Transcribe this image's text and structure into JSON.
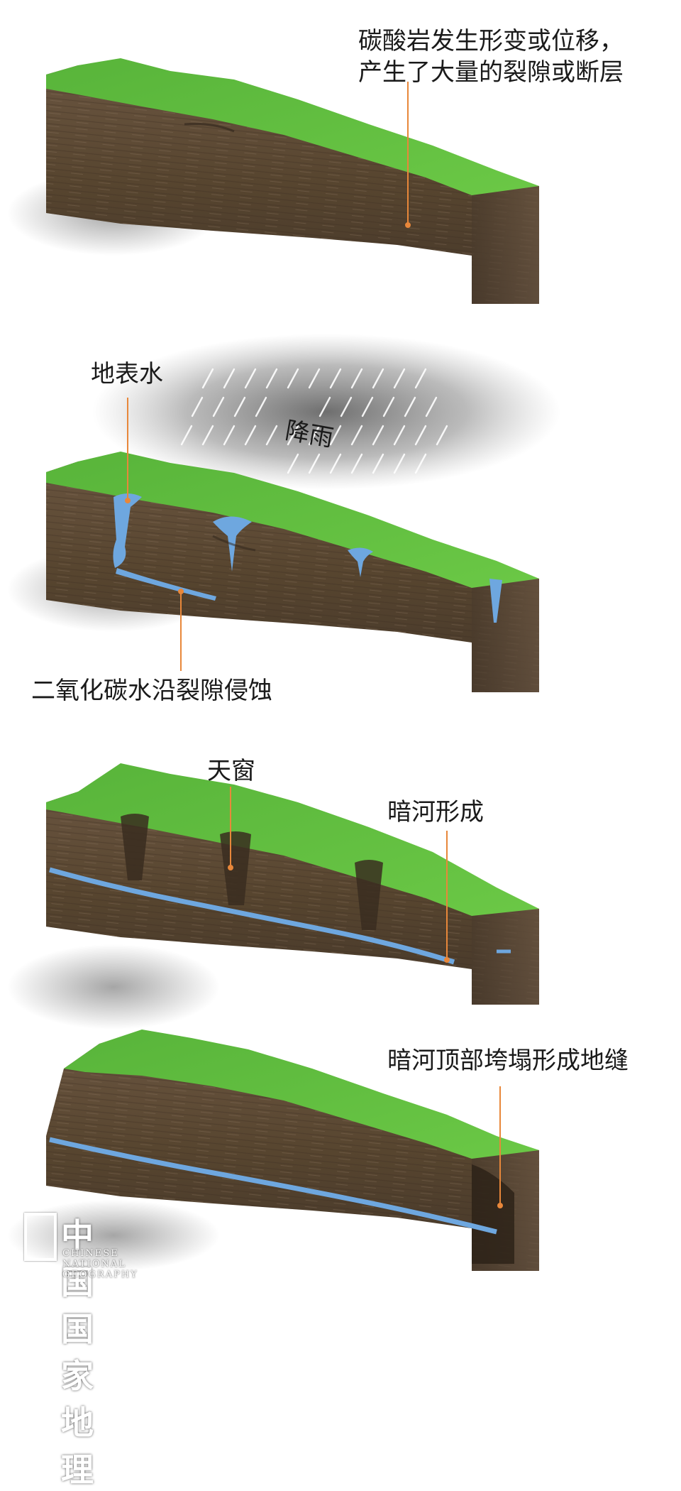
{
  "panels": [
    {
      "labels": {
        "fault": "碳酸岩发生形变或位移，\n产生了大量的裂隙或断层"
      }
    },
    {
      "labels": {
        "surface_water": "地表水",
        "rain": "降雨",
        "erosion": "二氧化碳水沿裂隙侵蚀"
      }
    },
    {
      "labels": {
        "skylight": "天窗",
        "underground_river": "暗河形成"
      }
    },
    {
      "labels": {
        "ground_fissure": "暗河顶部垮塌形成地缝"
      }
    }
  ],
  "logo": {
    "cn": "中国国家地理",
    "en": "CHINESE NATIONAL GEOGRAPHY"
  },
  "colors": {
    "grass": "#5cb83c",
    "rock": "#5e4a38",
    "water": "#6ea7df",
    "leader": "#e8873a",
    "text": "#1a1a1a"
  }
}
